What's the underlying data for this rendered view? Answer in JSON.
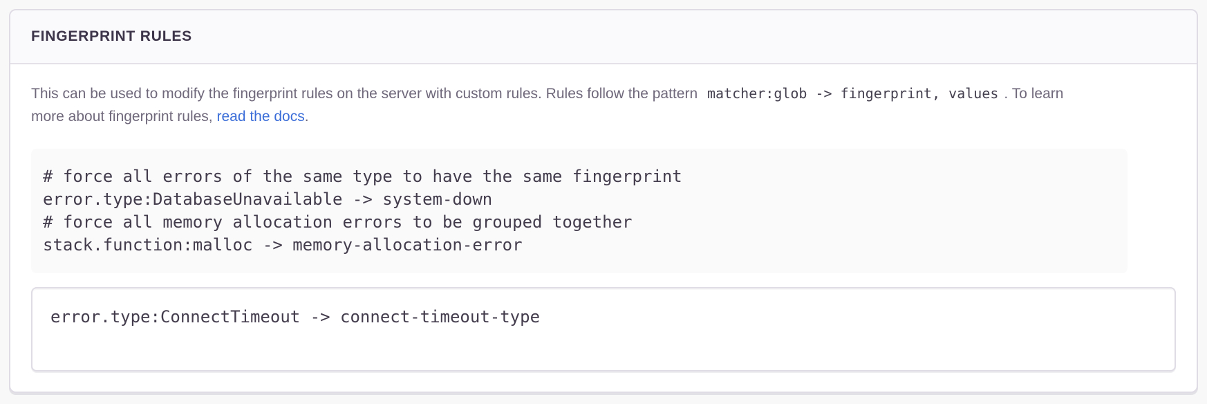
{
  "panel": {
    "title": "FINGERPRINT RULES",
    "description": {
      "text_before_code": "This can be used to modify the fingerprint rules on the server with custom rules. Rules follow the pattern",
      "inline_code": "matcher:glob -> fingerprint, values",
      "text_after_code": ". To learn more about fingerprint rules,",
      "link_label": "read the docs",
      "text_after_link": "."
    },
    "example_code": "# force all errors of the same type to have the same fingerprint\nerror.type:DatabaseUnavailable -> system-down\n# force all memory allocation errors to be grouped together\nstack.function:malloc -> memory-allocation-error",
    "input": {
      "value": "error.type:ConnectTimeout -> connect-timeout-type"
    }
  },
  "colors": {
    "page_background": "#f9f8f9",
    "panel_background": "#ffffff",
    "panel_border": "#e0dce5",
    "panel_header_background": "#faf9fb",
    "title_text": "#3d3549",
    "body_text": "#6f687b",
    "code_text": "#433c4d",
    "code_block_background": "#fafafa",
    "link_blue": "#3b6dd8"
  }
}
